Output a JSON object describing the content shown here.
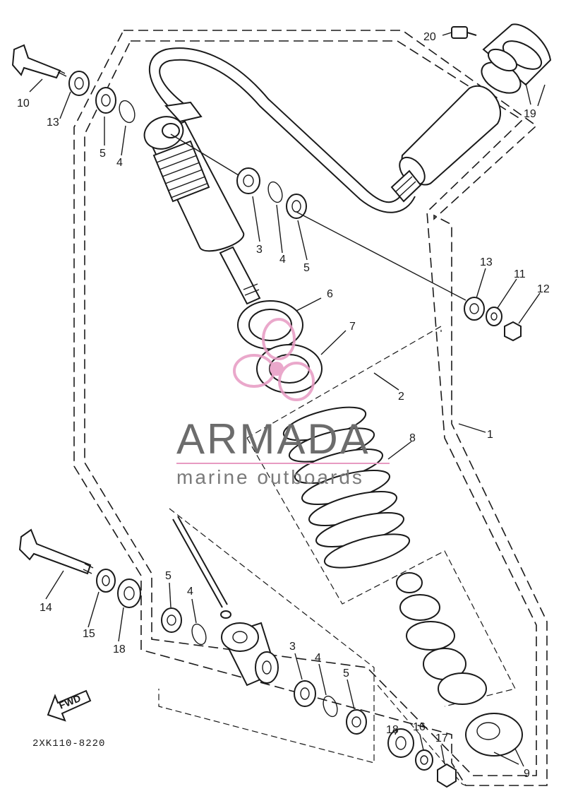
{
  "diagram_code": "2XK110-8220",
  "fwd_label": "FWD",
  "watermark": {
    "brand": "ARMADA",
    "tagline": "marine outboards",
    "color_text": "#6c6c6c",
    "color_logo": "#e79ac2"
  },
  "callouts": [
    {
      "id": "c20",
      "text": "20"
    },
    {
      "id": "c10",
      "text": "10"
    },
    {
      "id": "c13a",
      "text": "13"
    },
    {
      "id": "c5a",
      "text": "5"
    },
    {
      "id": "c4a",
      "text": "4"
    },
    {
      "id": "c19",
      "text": "19"
    },
    {
      "id": "c3a",
      "text": "3"
    },
    {
      "id": "c4b",
      "text": "4"
    },
    {
      "id": "c5b",
      "text": "5"
    },
    {
      "id": "c13b",
      "text": "13"
    },
    {
      "id": "c11",
      "text": "11"
    },
    {
      "id": "c12",
      "text": "12"
    },
    {
      "id": "c6",
      "text": "6"
    },
    {
      "id": "c7",
      "text": "7"
    },
    {
      "id": "c2",
      "text": "2"
    },
    {
      "id": "c8",
      "text": "8"
    },
    {
      "id": "c1",
      "text": "1"
    },
    {
      "id": "c14",
      "text": "14"
    },
    {
      "id": "c15",
      "text": "15"
    },
    {
      "id": "c18a",
      "text": "18"
    },
    {
      "id": "c5c",
      "text": "5"
    },
    {
      "id": "c4c",
      "text": "4"
    },
    {
      "id": "c3b",
      "text": "3"
    },
    {
      "id": "c4d",
      "text": "4"
    },
    {
      "id": "c5d",
      "text": "5"
    },
    {
      "id": "c18b",
      "text": "18"
    },
    {
      "id": "c16",
      "text": "16"
    },
    {
      "id": "c17",
      "text": "17"
    },
    {
      "id": "c9",
      "text": "9"
    }
  ]
}
